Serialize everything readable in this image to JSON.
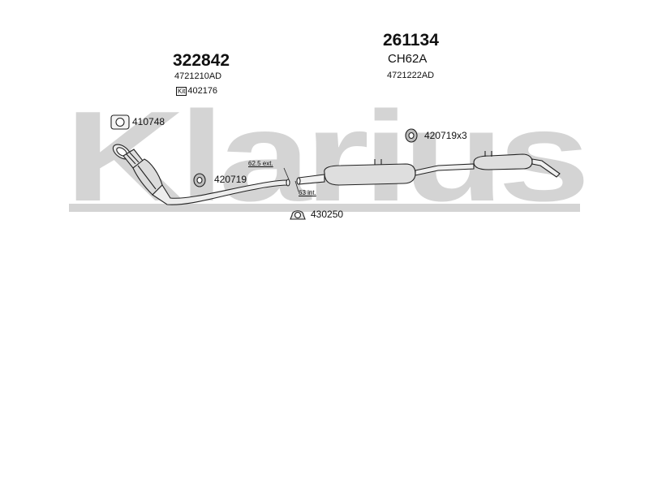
{
  "watermark": {
    "text": "Klarius",
    "color": "#cfcfcf"
  },
  "parts": {
    "cat_section": {
      "number": "322842",
      "code": "4721210AD",
      "kit_tag": "Kit",
      "kit_number": "402176"
    },
    "rear_section": {
      "number": "261134",
      "name": "CH62A",
      "code": "4721222AD"
    }
  },
  "fittings": {
    "flange_gasket": "410748",
    "rubber_mount_front": "420719",
    "rubber_mount_rear": "420719x3",
    "clamp": "430250"
  },
  "dimensions": {
    "ext": "62.5 ext.",
    "int": "63 int."
  },
  "colors": {
    "line": "#222222",
    "pipe_fill": "#e8e8e8",
    "text": "#111111"
  }
}
